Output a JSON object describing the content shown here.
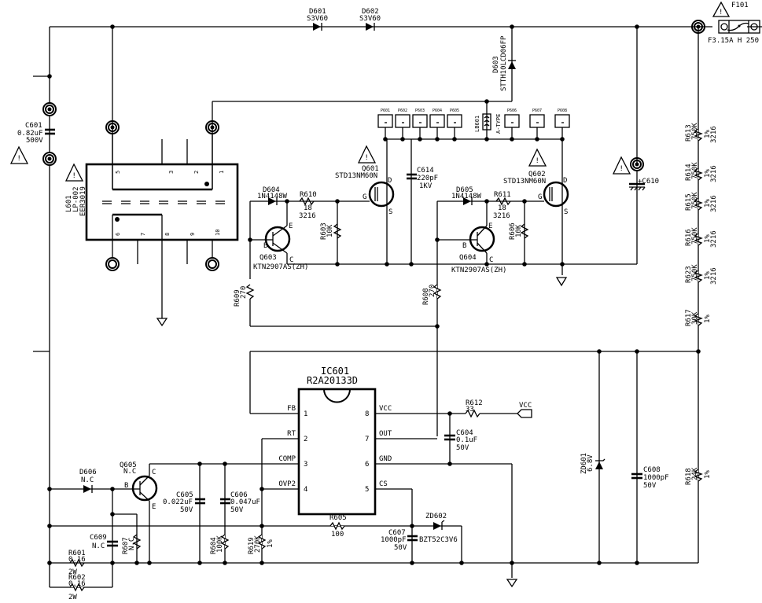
{
  "diagram": {
    "title": "SMPS PFC / power stage schematic",
    "fuse": {
      "ref": "F101",
      "rating": "F3.15A H 250"
    },
    "diodes": {
      "D601": {
        "ref": "D601",
        "part": "S3V60"
      },
      "D602": {
        "ref": "D602",
        "part": "S3V60"
      },
      "D603": {
        "ref": "D603",
        "part": "STTH10LCD06FP"
      },
      "D604": {
        "ref": "D604",
        "part": "1N4148W"
      },
      "D605": {
        "ref": "D605",
        "part": "1N4148W"
      },
      "D606": {
        "ref": "D606",
        "part": "N.C"
      },
      "ZD601": {
        "ref": "ZD601",
        "part": "6.8V"
      },
      "ZD602": {
        "ref": "ZD602",
        "part": "BZT52C3V6"
      }
    },
    "capacitors": {
      "C601": {
        "ref": "C601",
        "value": "0.82uF",
        "rating": "500V"
      },
      "C604": {
        "ref": "C604",
        "value": "0.1uF",
        "rating": "50V"
      },
      "C605": {
        "ref": "C605",
        "value": "0.022uF",
        "rating": "50V"
      },
      "C606": {
        "ref": "C606",
        "value": "0.047uF",
        "rating": "50V"
      },
      "C607": {
        "ref": "C607",
        "value": "1000pF",
        "rating": "50V"
      },
      "C608": {
        "ref": "C608",
        "value": "1000pF",
        "rating": "50V"
      },
      "C609": {
        "ref": "C609",
        "value": "N.C"
      },
      "C610": {
        "ref": "+C610"
      },
      "C614": {
        "ref": "C614",
        "value": "220pF",
        "rating": "1KV"
      }
    },
    "resistors": {
      "R601": {
        "ref": "R601",
        "value": "0.16",
        "rating": "2W"
      },
      "R602": {
        "ref": "R602",
        "value": "0.16",
        "rating": "2W"
      },
      "R603": {
        "ref": "R603",
        "value": "10K"
      },
      "R604": {
        "ref": "R604",
        "value": "100K"
      },
      "R605": {
        "ref": "R605",
        "value": "100"
      },
      "R606": {
        "ref": "R606",
        "value": "10K"
      },
      "R607": {
        "ref": "R607",
        "value": "N.C"
      },
      "R608": {
        "ref": "R608",
        "value": "270"
      },
      "R609": {
        "ref": "R609",
        "value": "270"
      },
      "R610": {
        "ref": "R610",
        "value": "18",
        "size": "3216"
      },
      "R611": {
        "ref": "R611",
        "value": "18",
        "size": "3216"
      },
      "R612": {
        "ref": "R612",
        "value": "33"
      },
      "R613": {
        "ref": "R613",
        "value": "750K",
        "tol": "1%",
        "size": "3216"
      },
      "R614": {
        "ref": "R614",
        "value": "750K",
        "tol": "1%",
        "size": "3216"
      },
      "R615": {
        "ref": "R615",
        "value": "750K",
        "tol": "1%",
        "size": "3216"
      },
      "R616": {
        "ref": "R616",
        "value": "750K",
        "tol": "1%",
        "size": "3216"
      },
      "R617": {
        "ref": "R617",
        "value": "30K",
        "tol": "1%"
      },
      "R618": {
        "ref": "R618",
        "value": "24K",
        "tol": "1%"
      },
      "R619": {
        "ref": "R619",
        "value": "270K",
        "tol": "1%"
      },
      "R623": {
        "ref": "R623",
        "value": "750K",
        "tol": "1%",
        "size": "3216"
      }
    },
    "transistors": {
      "Q601": {
        "ref": "Q601",
        "part": "STD13NM60N",
        "pins": [
          "G",
          "D",
          "S"
        ]
      },
      "Q602": {
        "ref": "Q602",
        "part": "STD13NM60N",
        "pins": [
          "G",
          "D",
          "S"
        ]
      },
      "Q603": {
        "ref": "Q603",
        "part": "KTN2907AS(ZH)",
        "pins": [
          "B",
          "E",
          "C"
        ]
      },
      "Q604": {
        "ref": "Q604",
        "part": "KTN2907AS(ZH)",
        "pins": [
          "B",
          "E",
          "C"
        ]
      },
      "Q605": {
        "ref": "Q605",
        "part": "N.C",
        "pins": [
          "B",
          "C",
          "E"
        ]
      }
    },
    "inductor": {
      "ref": "L601",
      "part": "LP-002",
      "core": "EER3019",
      "pins": [
        "5",
        "3",
        "2",
        "1",
        "6",
        "7",
        "8",
        "9",
        "10"
      ]
    },
    "bead": {
      "ref": "LB601",
      "type": "A-TYPE"
    },
    "pads": [
      "P601",
      "P602",
      "P603",
      "P604",
      "P605",
      "P606",
      "P607",
      "P608"
    ],
    "ic": {
      "ref": "IC601",
      "part": "R2A20133D",
      "left_pins": [
        {
          "num": "1",
          "name": "FB"
        },
        {
          "num": "2",
          "name": "RT"
        },
        {
          "num": "3",
          "name": "COMP"
        },
        {
          "num": "4",
          "name": "OVP2"
        }
      ],
      "right_pins": [
        {
          "num": "8",
          "name": "VCC"
        },
        {
          "num": "7",
          "name": "OUT"
        },
        {
          "num": "6",
          "name": "GND"
        },
        {
          "num": "5",
          "name": "CS"
        }
      ]
    },
    "vcc_label": "VCC",
    "warning_symbol": "!"
  }
}
